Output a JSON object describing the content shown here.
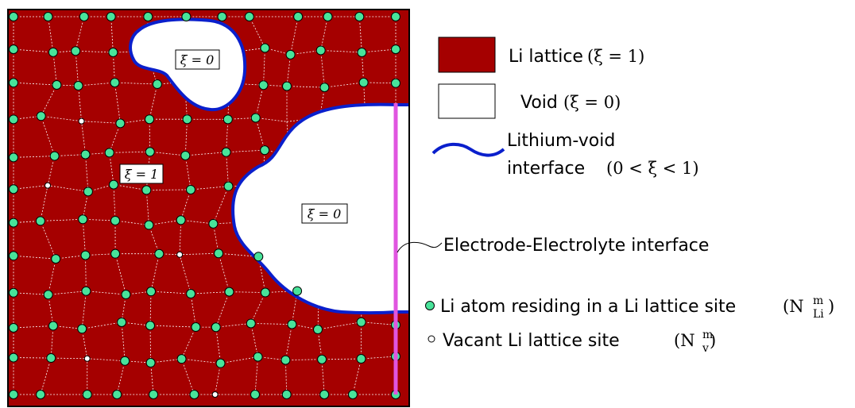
{
  "colors": {
    "li_lattice": "#a50000",
    "void": "#ffffff",
    "interface": "#0a1fcc",
    "electrolyte_interface": "#e055e0",
    "atom": "#48e39a",
    "vacant": "#ffffff",
    "lattice_line": "#ffffff"
  },
  "regions": {
    "void_small_label": "ξ = 0",
    "void_large_label": "ξ = 0",
    "lattice_label": "ξ = 1"
  },
  "legend": {
    "li_lattice": {
      "label": "Li lattice",
      "math": "(ξ = 1)"
    },
    "void": {
      "label": "Void",
      "math": "(ξ = 0)"
    },
    "interface": {
      "label_line1": "Lithium-void",
      "label_line2": "interface",
      "math": "(0 < ξ < 1)"
    },
    "electrode_electrolyte": {
      "label": "Electrode-Electrolyte interface"
    },
    "li_atom": {
      "label": "Li atom residing in a Li lattice site",
      "math": "(N",
      "sup": "m",
      "sub": "Li",
      "close": ")"
    },
    "vacant_site": {
      "label": "Vacant Li lattice site",
      "math": "(N",
      "sup": "m",
      "sub": "v",
      "close": ")"
    }
  },
  "icons": {
    "atom": "green-circle-icon",
    "vacant": "white-circle-icon",
    "interface": "blue-wave-icon"
  }
}
